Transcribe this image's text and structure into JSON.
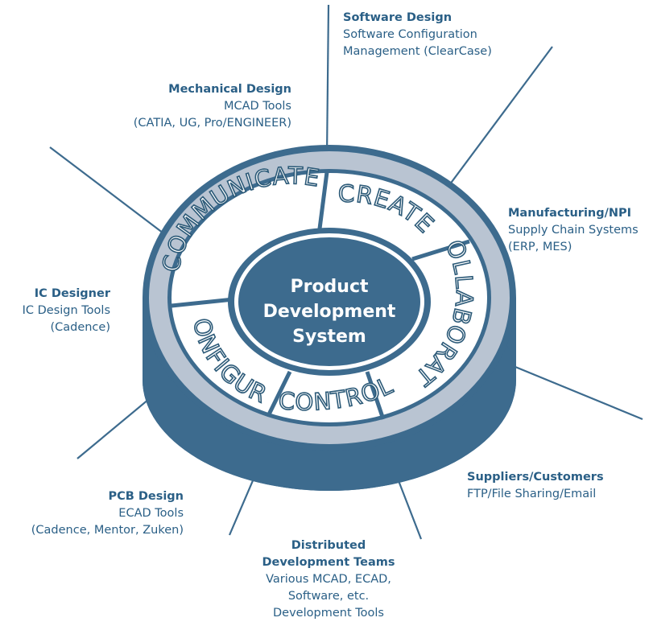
{
  "hub": {
    "lines": [
      "Product",
      "Development",
      "System"
    ]
  },
  "segments": [
    "COMMUNICATE",
    "CREATE",
    "COLLABORATE",
    "CONTROL",
    "CONFIGURE"
  ],
  "nodes": {
    "software": {
      "title": "Software Design",
      "desc": [
        "Software Configuration",
        "Management (ClearCase)"
      ]
    },
    "mechanical": {
      "title": "Mechanical Design",
      "desc": [
        "MCAD Tools",
        "(CATIA, UG, Pro/ENGINEER)"
      ]
    },
    "manufacturing": {
      "title": "Manufacturing/NPI",
      "desc": [
        "Supply Chain Systems",
        "(ERP, MES)"
      ]
    },
    "ic": {
      "title": "IC Designer",
      "desc": [
        "IC Design Tools",
        "(Cadence)"
      ]
    },
    "suppliers": {
      "title": "Suppliers/Customers",
      "desc": [
        "FTP/File Sharing/Email"
      ]
    },
    "pcb": {
      "title": "PCB Design",
      "desc": [
        "ECAD Tools",
        "(Cadence, Mentor, Zuken)"
      ]
    },
    "distributed": {
      "title": [
        "Distributed",
        "Development Teams"
      ],
      "desc": [
        "Various MCAD, ECAD,",
        "Software, etc.",
        "Development Tools"
      ]
    }
  },
  "colors": {
    "dark": "#3d6b8e",
    "light": "#b9c4d2",
    "label": "#2a5f86",
    "white": "#ffffff"
  }
}
